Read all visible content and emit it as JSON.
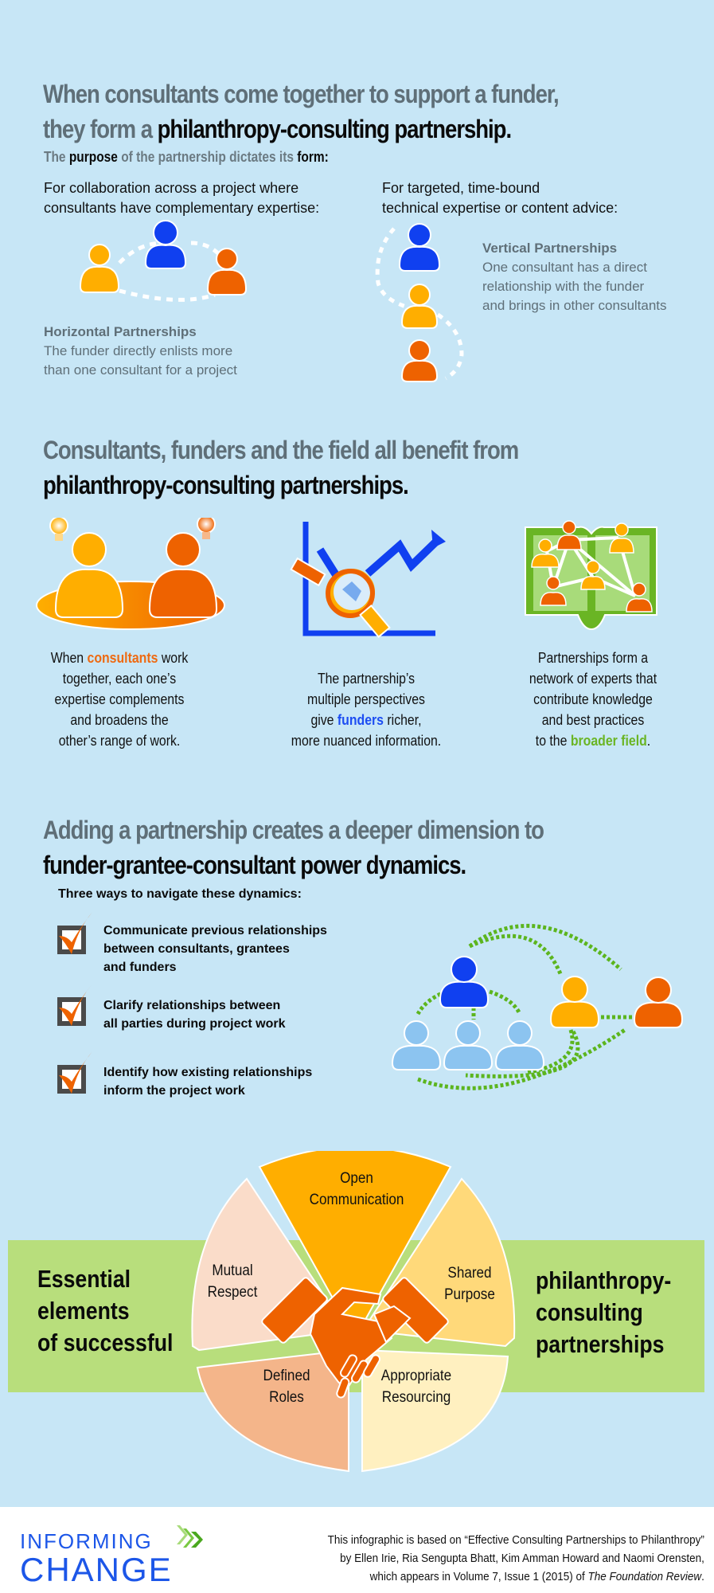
{
  "colors": {
    "background": "#c7e6f6",
    "heading_gray": "#5f6f78",
    "blue": "#1040f0",
    "yellow": "#ffae00",
    "orange": "#ee6200",
    "green": "#6ab524",
    "band_green": "#b8de7c",
    "light_blue_person": "#8cc4f0"
  },
  "section1": {
    "heading_line1": "When consultants come together to support a funder,",
    "heading_line2_gray": "they form a ",
    "heading_line2_black": "philanthropy-consulting partnership.",
    "purpose": {
      "part1": "The ",
      "part2": "purpose",
      "part3": " of the partnership dictates its ",
      "part4": "form:"
    },
    "horizontal": {
      "intro_line1": "For collaboration across a project where",
      "intro_line2": "consultants have complementary expertise:",
      "title": "Horizontal Partnerships",
      "desc_line1": "The funder directly enlists more",
      "desc_line2": "than one consultant for a project"
    },
    "vertical": {
      "intro_line1": "For targeted, time-bound",
      "intro_line2": "technical expertise or content advice:",
      "title": "Vertical Partnerships",
      "desc_line1": "One consultant has a direct",
      "desc_line2": "relationship with the funder",
      "desc_line3": "and brings in other consultants"
    }
  },
  "section2": {
    "heading_line1": "Consultants, funders and the field all benefit from",
    "heading_line2": "philanthropy-consulting partnerships.",
    "benefits": [
      {
        "icon": "consultants-table-icon",
        "l1a": "When ",
        "l1b": "consultants",
        "l1c": " work",
        "l2": "together, each one’s",
        "l3": "expertise complements",
        "l4": "and broadens the",
        "l5": "other’s range of work."
      },
      {
        "icon": "chart-magnifier-icon",
        "l1": "The partnership’s",
        "l2": "multiple perspectives",
        "l3a": "give ",
        "l3b": "funders",
        "l3c": " richer,",
        "l4": "more nuanced information."
      },
      {
        "icon": "network-book-icon",
        "l1": "Partnerships form a",
        "l2": "network of experts that",
        "l3": "contribute knowledge",
        "l4": "and best practices",
        "l5a": "to the ",
        "l5b": "broader field",
        "l5c": "."
      }
    ]
  },
  "section3": {
    "heading_line1": "Adding a partnership creates a deeper dimension to",
    "heading_line2": "funder-grantee-consultant power dynamics.",
    "ways_title": "Three ways to navigate these dynamics:",
    "ways": [
      {
        "l1": "Communicate previous relationships",
        "l2": "between consultants, grantees",
        "l3": "and funders"
      },
      {
        "l1": "Clarify relationships between",
        "l2": "all parties during project work"
      },
      {
        "l1": "Identify how existing relationships",
        "l2": "inform the project work"
      }
    ]
  },
  "section4": {
    "left_line1": "Essential",
    "left_line2": "elements",
    "left_line3": "of successful",
    "right_line1": "philanthropy-",
    "right_line2": "consulting",
    "right_line3": "partnerships",
    "elements": [
      {
        "l1": "Open",
        "l2": "Communication",
        "color": "#ffae00"
      },
      {
        "l1": "Shared",
        "l2": "Purpose",
        "color": "#ffd97a"
      },
      {
        "l1": "Appropriate",
        "l2": "Resourcing",
        "color": "#fff0c0"
      },
      {
        "l1": "Defined",
        "l2": "Roles",
        "color": "#f4b58a"
      },
      {
        "l1": "Mutual",
        "l2": "Respect",
        "color": "#fadcc9"
      }
    ]
  },
  "footer": {
    "logo_line1": "INFORMING",
    "logo_line2": "CHANGE",
    "cite_line1": "This infographic is based on “Effective Consulting Partnerships to Philanthropy”",
    "cite_line2": "by Ellen Irie, Ria Sengupta Bhatt, Kim Amman Howard and Naomi Orensten,",
    "cite_line3a": "which appears in Volume 7, Issue 1 (2015) of ",
    "cite_line3b": "The Foundation Review",
    "cite_line3c": "."
  }
}
